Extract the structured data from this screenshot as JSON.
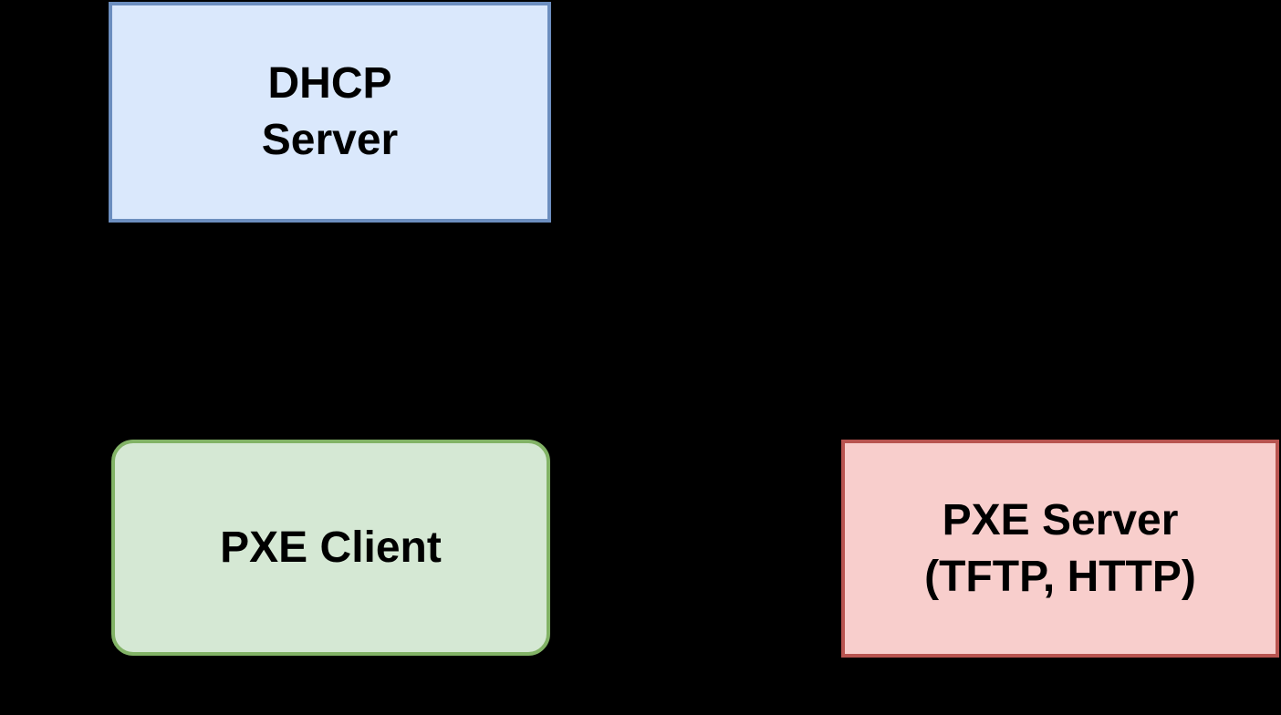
{
  "canvas": {
    "background_color": "#000000"
  },
  "diagram": {
    "type": "network-architecture-diagram",
    "nodes": {
      "dhcp_server": {
        "line1": "DHCP",
        "line2": "Server",
        "shape": "rectangle",
        "fill_color": "#dae8fc",
        "border_color": "#6c8ebf",
        "text_color": "#000000"
      },
      "pxe_client": {
        "line1": "PXE Client",
        "shape": "rounded-rectangle",
        "fill_color": "#d5e8d4",
        "border_color": "#82b366",
        "text_color": "#000000"
      },
      "pxe_server": {
        "line1": "PXE Server",
        "line2": "(TFTP, HTTP)",
        "shape": "rectangle",
        "fill_color": "#f8cecc",
        "border_color": "#b85450",
        "text_color": "#000000"
      }
    }
  }
}
